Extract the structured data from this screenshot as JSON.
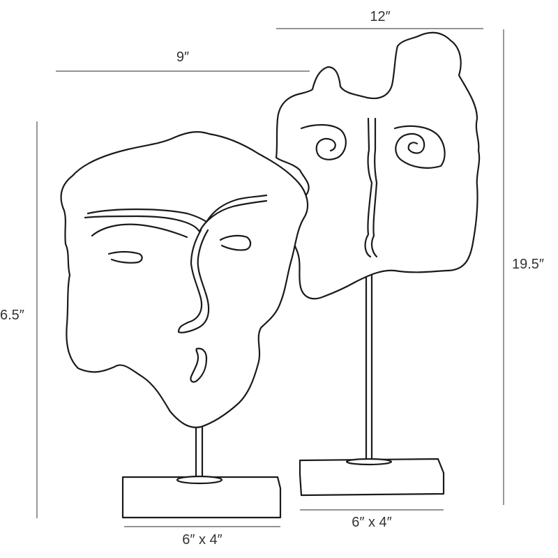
{
  "dimensions": {
    "right_width": "12″",
    "left_width": "9″",
    "right_height": "19.5″",
    "left_height": "6.5″",
    "left_base": "6″ x 4″",
    "right_base": "6″ x 4″"
  },
  "colors": {
    "line": "#1a1a1a",
    "dimension": "#555555",
    "background": "#ffffff"
  }
}
